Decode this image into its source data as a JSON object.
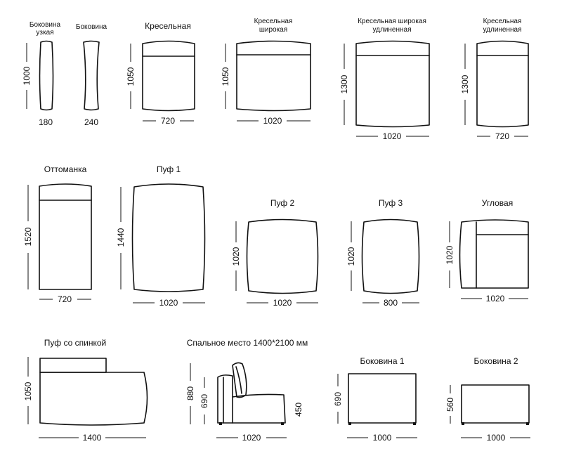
{
  "modules": {
    "side_narrow": {
      "title_line1": "Боковина",
      "title_line2": "узкая",
      "height": "1000",
      "width": "180"
    },
    "side": {
      "title": "Боковина",
      "width": "240"
    },
    "armchair": {
      "title": "Кресельная",
      "height": "1050",
      "width": "720"
    },
    "armchair_wide": {
      "title_line1": "Кресельная",
      "title_line2": "широкая",
      "height": "1050",
      "width": "1020"
    },
    "armchair_wide_long": {
      "title_line1": "Кресельная  широкая",
      "title_line2": "удлиненная",
      "height": "1300",
      "width": "1020"
    },
    "armchair_long": {
      "title_line1": "Кресельная",
      "title_line2": "удлиненная",
      "height": "1300",
      "width": "720"
    },
    "ottoman": {
      "title": "Оттоманка",
      "height": "1520",
      "width": "720"
    },
    "pouf1": {
      "title": "Пуф 1",
      "height": "1440",
      "width": "1020"
    },
    "pouf2": {
      "title": "Пуф 2",
      "height": "1020",
      "width": "1020"
    },
    "pouf3": {
      "title": "Пуф 3",
      "height": "1020",
      "width": "800"
    },
    "corner": {
      "title": "Угловая",
      "height": "1020",
      "width": "1020"
    },
    "pouf_back": {
      "title": "Пуф со спинкой",
      "height": "1050",
      "width": "1400"
    },
    "sleeper": {
      "title": "Спальное место 1400*2100 мм",
      "height_total": "880",
      "height_seat": "690",
      "height_front": "450",
      "width": "1020"
    },
    "side1": {
      "title": "Боковина 1",
      "height": "690",
      "width": "1000"
    },
    "side2": {
      "title": "Боковина 2",
      "height": "560",
      "width": "1000"
    }
  }
}
